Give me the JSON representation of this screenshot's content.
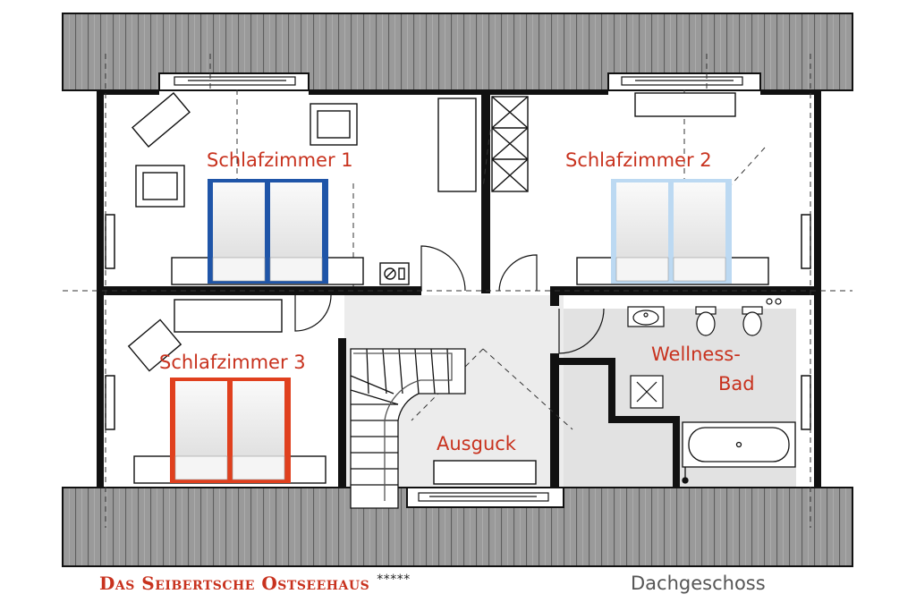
{
  "plan": {
    "rooms": {
      "bedroom_1": "Schlafzimmer 1",
      "bedroom_2": "Schlafzimmer 2",
      "bedroom_3": "Schlafzimmer 3",
      "lookout": "Ausguck",
      "wellness_line1": "Wellness-",
      "wellness_line2": "Bad"
    }
  },
  "footer": {
    "brand": "Das Seibertsche Ostseehaus",
    "stars": "*****",
    "floor": "Dachgeschoss"
  },
  "colors": {
    "wall": "#111111",
    "roof": "#8c8c8c",
    "label": "#c8321e",
    "bed_blue": "#1f55a8",
    "bed_red": "#e0401e",
    "bed_light_blue": "#bcd9f2",
    "floor_gray": "#e6e6e6"
  },
  "icons": [
    "toilet-icon",
    "sink-icon",
    "bathtub-icon",
    "shower-drain-icon",
    "stove-icon",
    "staircase-icon"
  ]
}
